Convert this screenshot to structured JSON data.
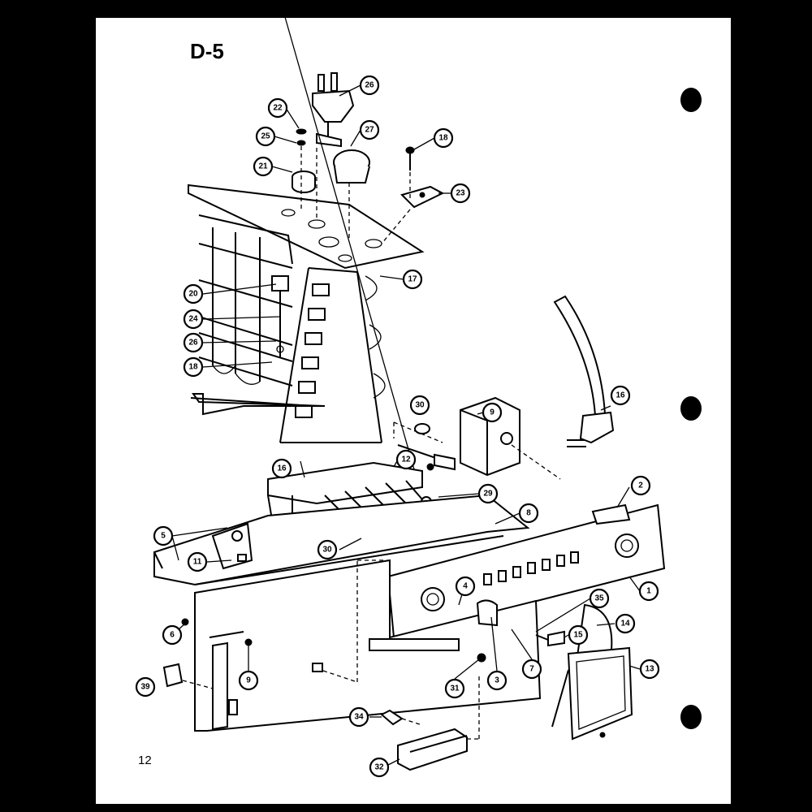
{
  "diagram": {
    "title": "D-5",
    "page_number": "12",
    "callouts": [
      {
        "id": "c26a",
        "label": "26"
      },
      {
        "id": "c22",
        "label": "22"
      },
      {
        "id": "c25a",
        "label": "25"
      },
      {
        "id": "c27",
        "label": "27"
      },
      {
        "id": "c21",
        "label": "21"
      },
      {
        "id": "c18a",
        "label": "18"
      },
      {
        "id": "c23",
        "label": "23"
      },
      {
        "id": "c17",
        "label": "17"
      },
      {
        "id": "c20",
        "label": "20"
      },
      {
        "id": "c24",
        "label": "24"
      },
      {
        "id": "c26b",
        "label": "26"
      },
      {
        "id": "c18b",
        "label": "18"
      },
      {
        "id": "c16a",
        "label": "16"
      },
      {
        "id": "c9a",
        "label": "9"
      },
      {
        "id": "c30a",
        "label": "30"
      },
      {
        "id": "c12",
        "label": "12"
      },
      {
        "id": "c16b",
        "label": "16"
      },
      {
        "id": "c29",
        "label": "29"
      },
      {
        "id": "c8",
        "label": "8"
      },
      {
        "id": "c2",
        "label": "2"
      },
      {
        "id": "c5",
        "label": "5"
      },
      {
        "id": "c11",
        "label": "11"
      },
      {
        "id": "c30b",
        "label": "30"
      },
      {
        "id": "c4",
        "label": "4"
      },
      {
        "id": "c1",
        "label": "1"
      },
      {
        "id": "c35",
        "label": "35"
      },
      {
        "id": "c14",
        "label": "14"
      },
      {
        "id": "c15",
        "label": "15"
      },
      {
        "id": "c6",
        "label": "6"
      },
      {
        "id": "c9b",
        "label": "9"
      },
      {
        "id": "c3",
        "label": "3"
      },
      {
        "id": "c7",
        "label": "7"
      },
      {
        "id": "c13",
        "label": "13"
      },
      {
        "id": "c39",
        "label": "39"
      },
      {
        "id": "c31",
        "label": "31"
      },
      {
        "id": "c34",
        "label": "34"
      },
      {
        "id": "c32",
        "label": "32"
      }
    ]
  }
}
